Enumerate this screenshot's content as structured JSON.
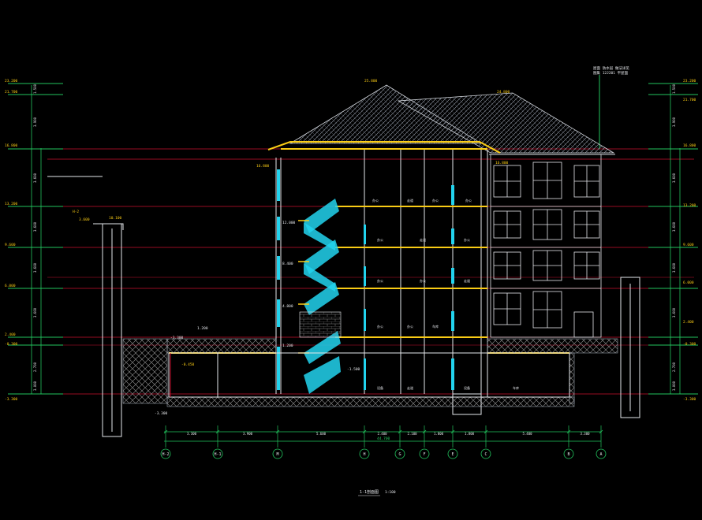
{
  "drawing": {
    "title": "1-1剖面图",
    "scale": "1:100",
    "total_width": "44.700"
  },
  "colors": {
    "background": "#000000",
    "grid_line": "#c8102e",
    "dimension": "#22c55e",
    "floor_slab": "#facc15",
    "glazing": "#22d3ee",
    "wall": "#e5e7eb",
    "roof_tile": "#9ca3af",
    "axis_circle": "#22c55e"
  },
  "axes": [
    {
      "id": "axis-h2",
      "label": "H-2"
    },
    {
      "id": "axis-h1",
      "label": "H-1"
    },
    {
      "id": "axis-m",
      "label": "M"
    },
    {
      "id": "axis-h",
      "label": "H"
    },
    {
      "id": "axis-g",
      "label": "G"
    },
    {
      "id": "axis-f",
      "label": "F"
    },
    {
      "id": "axis-e",
      "label": "E"
    },
    {
      "id": "axis-c",
      "label": "C"
    },
    {
      "id": "axis-b",
      "label": "B"
    },
    {
      "id": "axis-a",
      "label": "A"
    }
  ],
  "bottom_dims": [
    "3.300",
    "3.900",
    "5.600",
    "2.400",
    "2.100",
    "1.800",
    "1.800",
    "5.400",
    "3.300"
  ],
  "left_elevations": [
    "23.200",
    "21.700",
    "16.800",
    "13.200",
    "9.600",
    "6.000",
    "2.400",
    "-0.300",
    "-3.300"
  ],
  "right_elevations": [
    "23.200",
    "21.700",
    "16.800",
    "13.200",
    "9.600",
    "6.000",
    "2.400",
    "-0.300",
    "-3.300"
  ],
  "left_segment_dims": [
    "1.500",
    "3.900",
    "3.600",
    "3.600",
    "3.600",
    "3.600",
    "2.700",
    "3.000"
  ],
  "right_segment_dims": [
    "1.500",
    "3.900",
    "3.600",
    "3.600",
    "3.600",
    "3.600",
    "2.700",
    "3.000"
  ],
  "annotations": {
    "roof_peak": "25.800",
    "roof_peak_right": "24.800",
    "top_right_note": "屋面 防水层 做法详见",
    "top_right_note2": "图集 12J201 平屋面",
    "left_parapet": "16.800",
    "left_wall_top": "10.100",
    "left_wall_label": "3.600",
    "eave_right": "16.800",
    "stair_level_1": "12.000",
    "stair_level_2": "8.400",
    "stair_level_3": "4.800",
    "stair_level_4": "1.200",
    "stair_level_5": "-1.500",
    "stair_level_6": "-3.300",
    "basement_label": "-3.300",
    "basement_ceil": "-0.450",
    "basement_dim": "1.200",
    "room_labels": [
      "办公",
      "走道",
      "办公",
      "办公",
      "办公",
      "走道",
      "办公",
      "办公",
      "办公",
      "走道",
      "办公",
      "办公",
      "车库",
      "走道",
      "设备",
      "设备",
      "车库"
    ],
    "left_marker": "H-2"
  }
}
